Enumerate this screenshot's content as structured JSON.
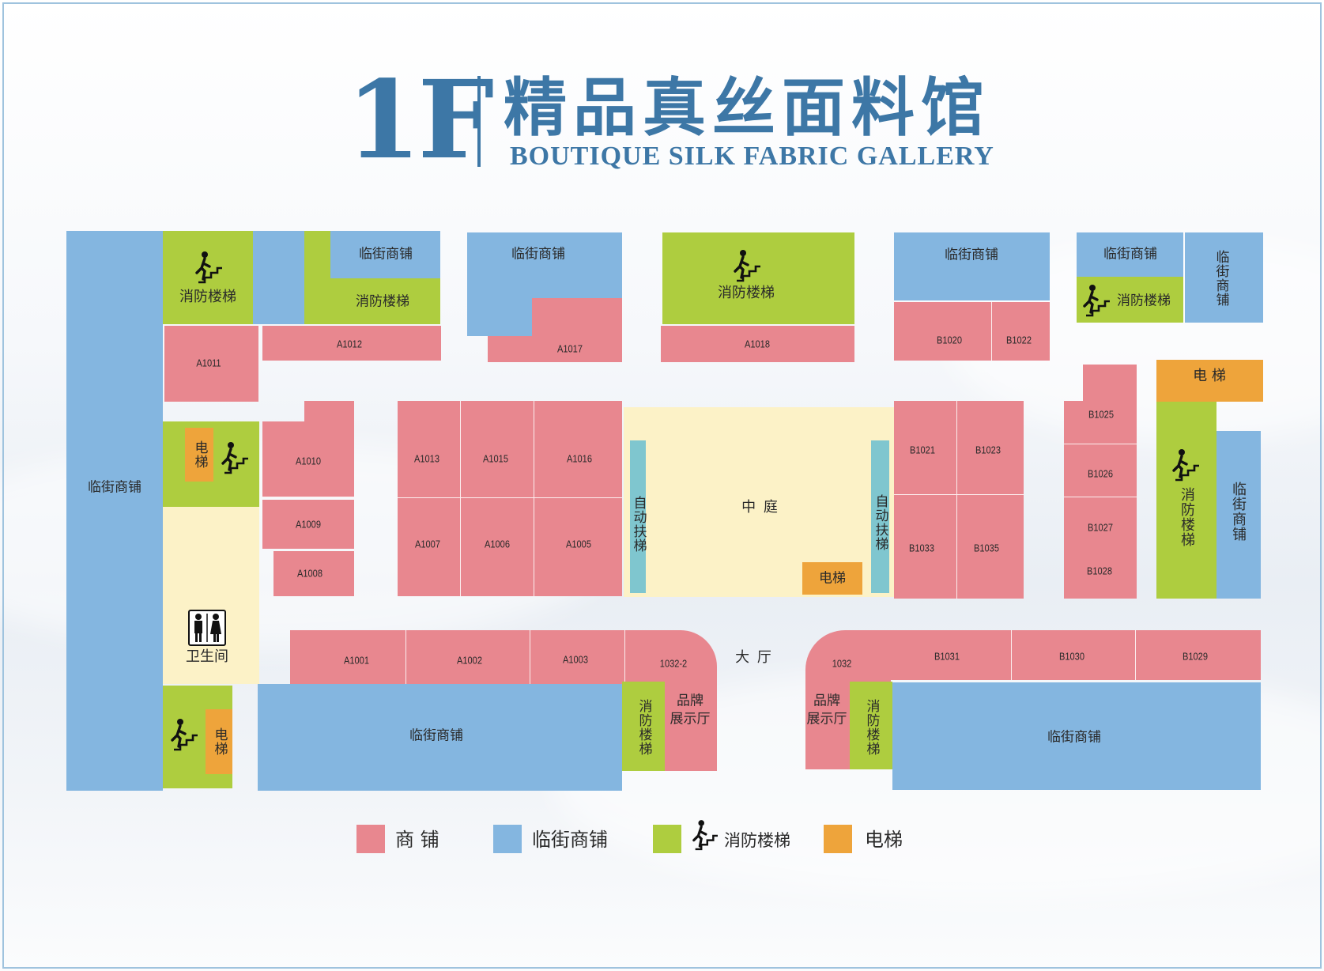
{
  "title": {
    "floor": "1F",
    "name_cn": "精品真丝面料馆",
    "name_en": "BOUTIQUE SILK FABRIC  GALLERY"
  },
  "labels": {
    "street_shop": "临街商铺",
    "fire_stairs": "消防楼梯",
    "elevator": "电梯",
    "elevator_spaced": "电 梯",
    "escalator": "自动扶梯",
    "atrium": "中 庭",
    "hall": "大 厅",
    "restroom": "卫生间",
    "brand_showroom_l1": "品牌",
    "brand_showroom_l2": "展示厅"
  },
  "shops": {
    "A1011": "A1011",
    "A1012": "A1012",
    "A1017": "A1017",
    "A1018": "A1018",
    "A1010": "A1010",
    "A1009": "A1009",
    "A1008": "A1008",
    "A1013": "A1013",
    "A1015": "A1015",
    "A1016": "A1016",
    "A1007": "A1007",
    "A1006": "A1006",
    "A1005": "A1005",
    "A1001": "A1001",
    "A1002": "A1002",
    "A1003": "A1003",
    "S1032_2": "1032-2",
    "S1032": "1032",
    "B1020": "B1020",
    "B1022": "B1022",
    "B1021": "B1021",
    "B1023": "B1023",
    "B1033": "B1033",
    "B1035": "B1035",
    "B1025": "B1025",
    "B1026": "B1026",
    "B1027": "B1027",
    "B1028": "B1028",
    "B1031": "B1031",
    "B1030": "B1030",
    "B1029": "B1029"
  },
  "legend": [
    {
      "label": "商 铺",
      "color": "#e8878f"
    },
    {
      "label": "临街商铺",
      "color": "#84b6e0"
    },
    {
      "label": "消防楼梯",
      "color": "#aecd3f",
      "icon": "stairs-icon"
    },
    {
      "label": "电梯",
      "color": "#eea43b"
    }
  ],
  "colors": {
    "shop": "#e8878f",
    "street_shop": "#84b6e0",
    "fire_stairs": "#aecd3f",
    "elevator": "#eea43b",
    "public_area": "#fcf2c7",
    "escalator": "#7fc6cf",
    "title": "#3d77a6"
  }
}
